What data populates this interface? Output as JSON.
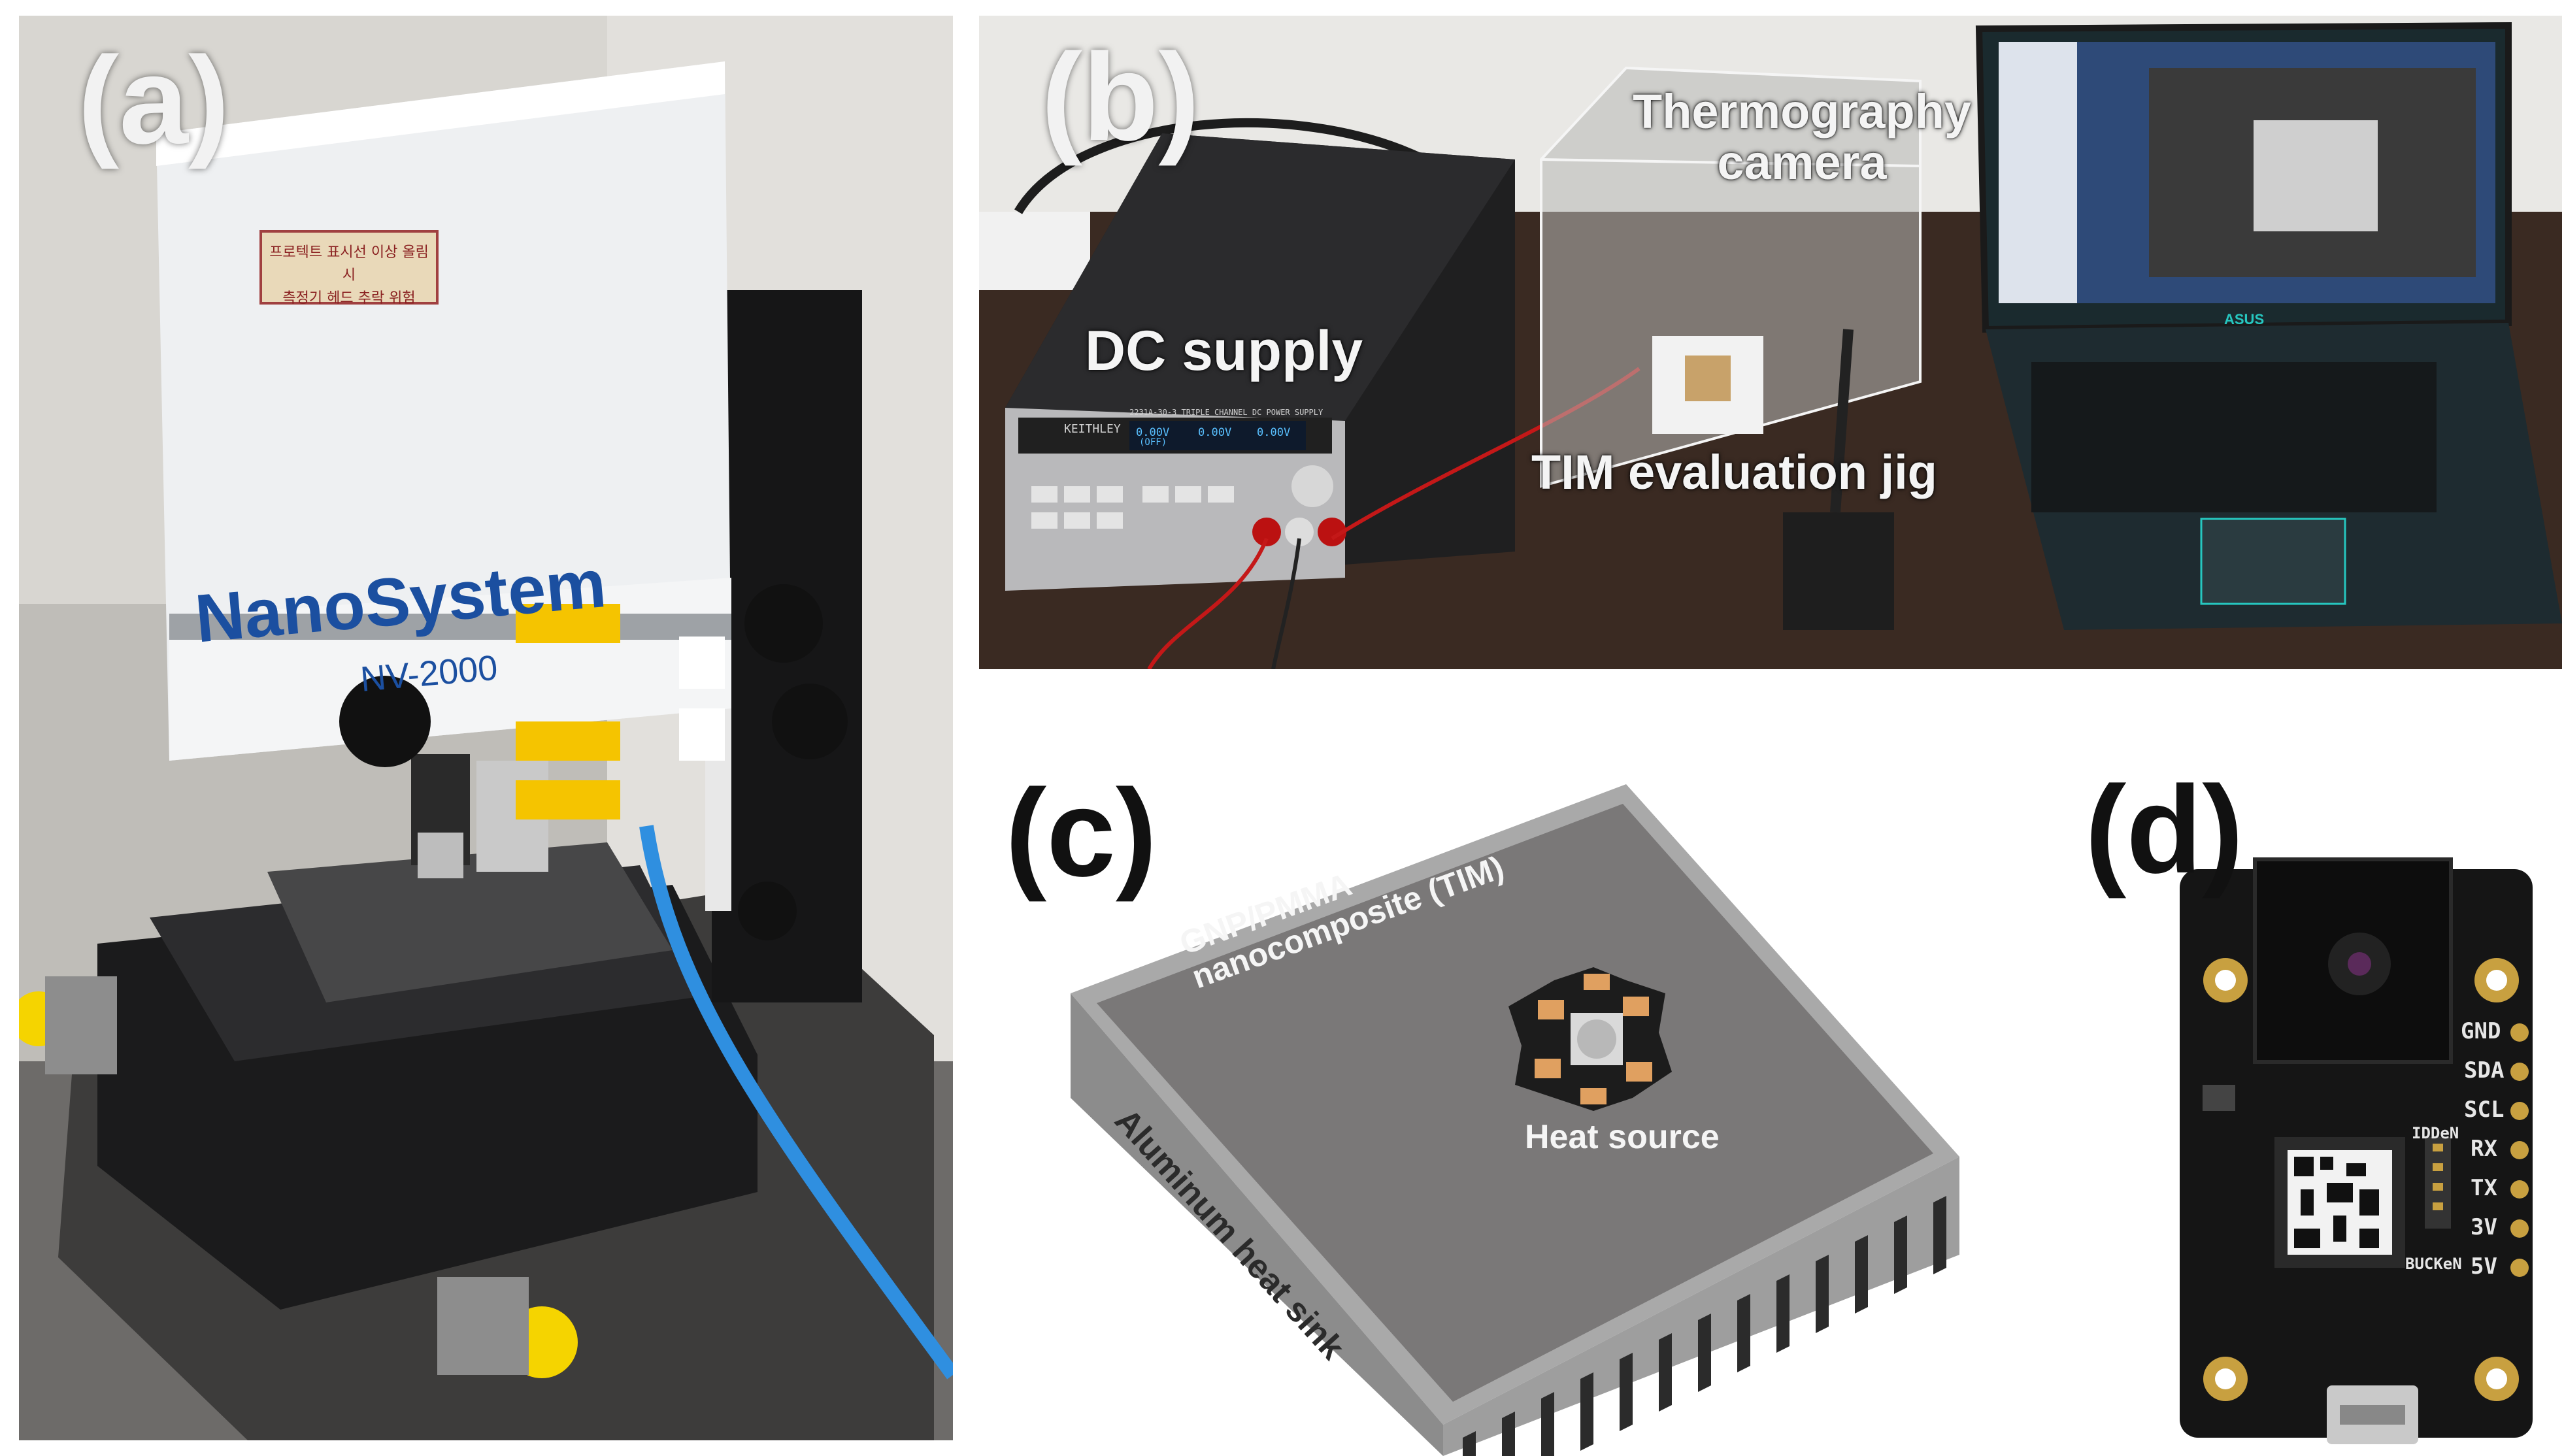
{
  "panel_a": {
    "tag": "(a)",
    "brand_name": "NanoSystem",
    "model": "NV-2000",
    "warning_line_1": "프로텍트 표시선 이상 올림 시",
    "warning_line_2": "측정기 헤드 추락 위험",
    "icons": [
      "microscope-illustration"
    ]
  },
  "panel_b": {
    "tag": "(b)",
    "dc_supply_label": "DC supply",
    "camera_label_line_1": "Thermography",
    "camera_label_line_2": "camera",
    "jig_label": "TIM evaluation jig",
    "supply_model": "2231A-30-3 TRIPLE CHANNEL DC POWER SUPPLY",
    "supply_brand": "KEITHLEY",
    "readout_1": "0.00V",
    "readout_2": "0.00V",
    "readout_3": "0.00V",
    "readout_state": "(OFF)",
    "laptop_brand": "ASUS",
    "icons": [
      "lab-setup-illustration"
    ]
  },
  "panel_c": {
    "tag": "(c)",
    "composite_line_1": "GNP/PMMA",
    "composite_line_2": "nanocomposite (TIM)",
    "heat_source_label": "Heat source",
    "sink_label": "Aluminum heat sink",
    "icons": [
      "heat-sink-diagram"
    ]
  },
  "panel_d": {
    "tag": "(d)",
    "pins_right": [
      "GND",
      "SDA",
      "SCL",
      "RX",
      "TX",
      "3V",
      "5V"
    ],
    "chip_label_1": "IDDeN",
    "chip_label_2": "BUCKeN",
    "icons": [
      "sensor-board-illustration"
    ]
  }
}
